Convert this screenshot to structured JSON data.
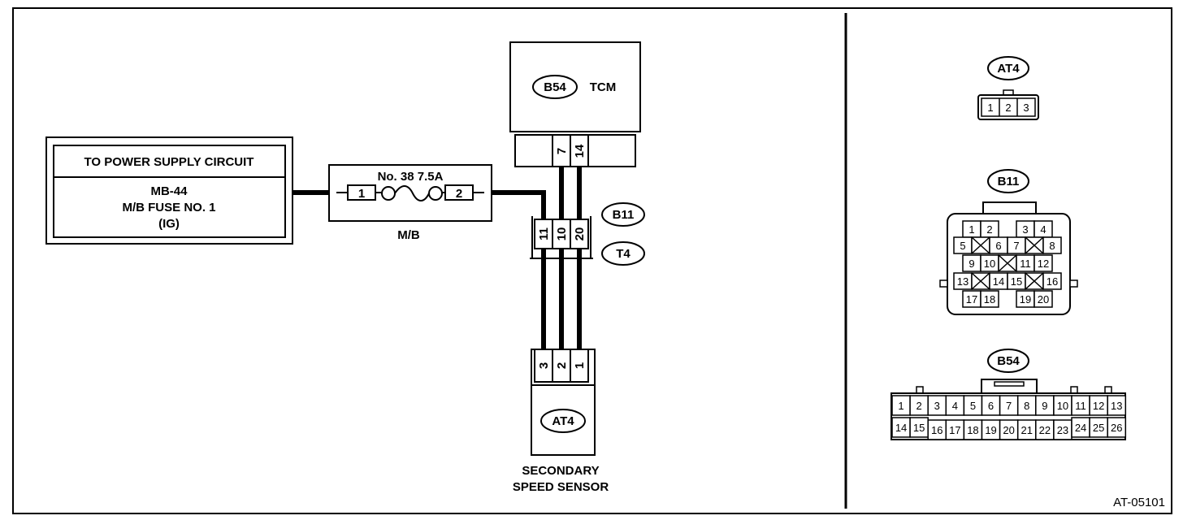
{
  "figure_id": "AT-05101",
  "power_supply": {
    "title": "TO POWER SUPPLY CIRCUIT",
    "line1": "MB-44",
    "line2": "M/B FUSE NO. 1",
    "line3": "(IG)"
  },
  "fuse": {
    "label": "No. 38 7.5A",
    "pin_left": "1",
    "pin_right": "2",
    "box_label": "M/B"
  },
  "tcm": {
    "connector": "B54",
    "label": "TCM",
    "pins": [
      "7",
      "14"
    ]
  },
  "junction": {
    "connector_top": "B11",
    "connector_bottom": "T4",
    "pins": [
      "11",
      "10",
      "20"
    ]
  },
  "sensor": {
    "connector": "AT4",
    "pins": [
      "3",
      "2",
      "1"
    ],
    "label_line1": "SECONDARY",
    "label_line2": "SPEED SENSOR"
  },
  "connector_views": {
    "at4": {
      "label": "AT4",
      "pins": [
        "1",
        "2",
        "3"
      ]
    },
    "b11": {
      "label": "B11",
      "rows": [
        [
          "1",
          "2",
          "",
          "3",
          "4"
        ],
        [
          "5",
          "X",
          "6",
          "7",
          "X",
          "8"
        ],
        [
          "9",
          "10",
          "X",
          "11",
          "12"
        ],
        [
          "13",
          "X",
          "14",
          "15",
          "X",
          "16"
        ],
        [
          "17",
          "18",
          "",
          "19",
          "20"
        ]
      ]
    },
    "b54": {
      "label": "B54",
      "row_top": [
        "1",
        "2",
        "3",
        "4",
        "5",
        "6",
        "7",
        "8",
        "9",
        "10",
        "11",
        "12",
        "13"
      ],
      "row_bottom": [
        "14",
        "15",
        "16",
        "17",
        "18",
        "19",
        "20",
        "21",
        "22",
        "23",
        "24",
        "25",
        "26"
      ]
    }
  },
  "colors": {
    "line": "#000000",
    "background": "#ffffff"
  }
}
